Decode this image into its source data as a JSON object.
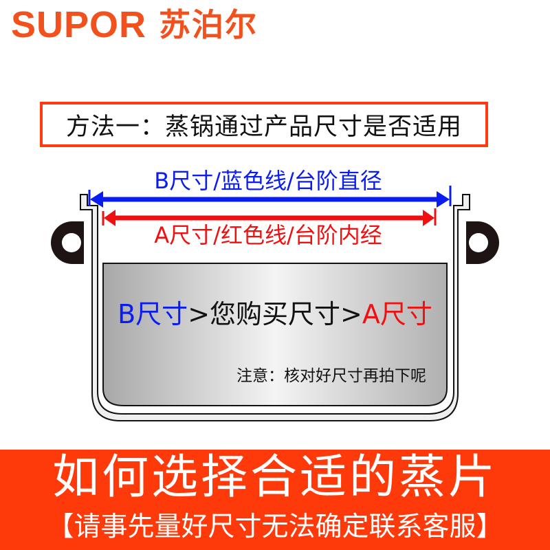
{
  "colors": {
    "brand_orange": "#f2501c",
    "title_border": "#ff3a12",
    "blue_line": "#0a1cf0",
    "red_line": "#f01010",
    "banner_bg": "#ff3a0a",
    "pot_fill_edge": "#a8a8a8",
    "pot_fill_center": "#f2f2f2",
    "handle": "#1e1414"
  },
  "logo": {
    "english": "SUPOR",
    "chinese": "苏泊尔",
    "icon": "supor-logo-icon"
  },
  "method_title": "方法一：蒸锅通过产品尺寸是否适用",
  "diagram": {
    "b_label": "B尺寸/蓝色线/台阶直径",
    "a_label": "A尺寸/红色线/台阶内经",
    "comparison": {
      "b_part": "B尺寸",
      "gt1": ">",
      "middle": "您购买尺寸",
      "gt2": ">",
      "a_part": "A尺寸"
    },
    "note": "注意：核对好尺寸再拍下呢",
    "icons": [
      "pot-cross-section-icon",
      "blue-arrow-icon",
      "red-arrow-icon",
      "pot-handle-icon"
    ]
  },
  "banner": {
    "title": "如何选择合适的蒸片",
    "subtitle": "【请事先量好尺寸无法确定联系客服】"
  }
}
